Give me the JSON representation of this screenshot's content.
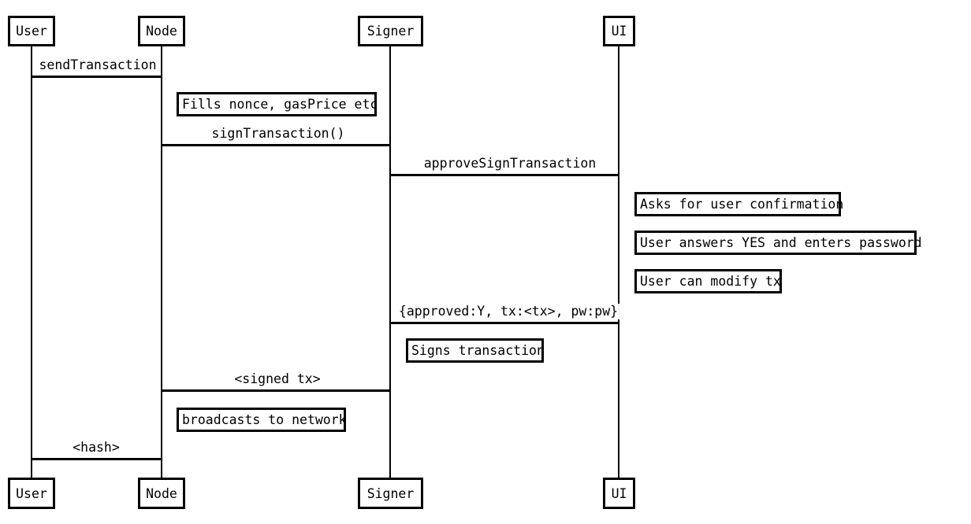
{
  "diagram_type": "sequence-diagram",
  "colors": {
    "background": "#ffffff",
    "stroke": "#000000",
    "text": "#000000"
  },
  "actors": [
    {
      "name": "user",
      "label": "User"
    },
    {
      "name": "node",
      "label": "Node"
    },
    {
      "name": "signer",
      "label": "Signer"
    },
    {
      "name": "ui",
      "label": "UI"
    }
  ],
  "messages": [
    {
      "from": "User",
      "to": "Node",
      "label": "sendTransaction"
    },
    {
      "from": "Node",
      "to": "Signer",
      "label": "signTransaction()"
    },
    {
      "from": "Signer",
      "to": "UI",
      "label": "approveSignTransaction"
    },
    {
      "from": "UI",
      "to": "Signer",
      "label": "{approved:Y, tx:<tx>, pw:pw}"
    },
    {
      "from": "Signer",
      "to": "Node",
      "label": "<signed tx>"
    },
    {
      "from": "Node",
      "to": "User",
      "label": "<hash>"
    }
  ],
  "notes": [
    {
      "on": "Node",
      "label": "Fills nonce, gasPrice etc"
    },
    {
      "on": "UI",
      "label": "Asks for user confirmation"
    },
    {
      "on": "UI",
      "label": "User answers YES and enters password"
    },
    {
      "on": "UI",
      "label": "User can modify tx"
    },
    {
      "on": "Signer",
      "label": "Signs transaction"
    },
    {
      "on": "Node",
      "label": "broadcasts to network"
    }
  ]
}
